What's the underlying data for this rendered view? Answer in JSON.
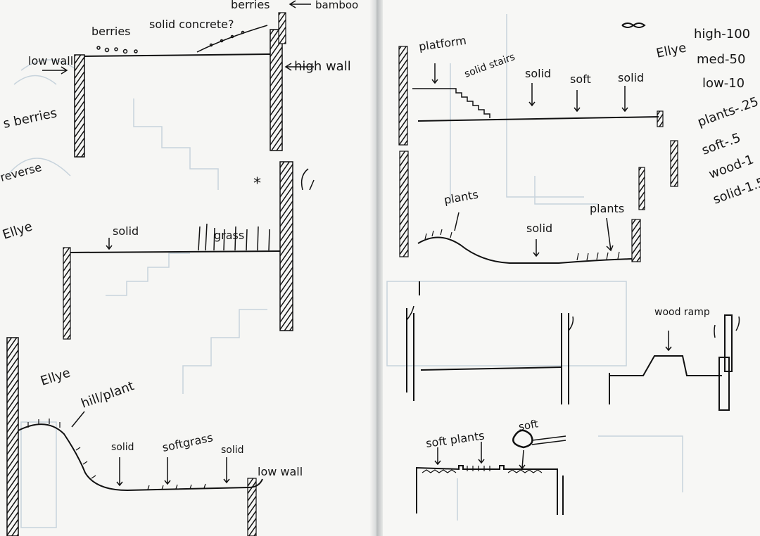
{
  "notebook": {
    "left_page": {
      "sketch_1": {
        "labels": {
          "berries_top": "berries",
          "solid_concrete": "solid concrete?",
          "berries_right": "berries",
          "bamboo": "bamboo",
          "low_wall": "low wall",
          "high_wall": "high wall",
          "s_berries": "s berries"
        }
      },
      "sketch_2": {
        "labels": {
          "reverse": "reverse",
          "ellye": "Ellye",
          "solid": "solid",
          "grass": "grass",
          "star": "*"
        }
      },
      "sketch_3": {
        "labels": {
          "ellye": "Ellye",
          "hill_plant": "hill/plant",
          "solid": "solid",
          "soft_grass": "softgrass",
          "solid_right": "solid",
          "low_wall": "low wall"
        }
      }
    },
    "right_page": {
      "legend": {
        "title": "Ellye",
        "rows": [
          "high-100",
          "med-50",
          "low-10",
          "plants-.25",
          "soft-.5",
          "wood-1",
          "solid-1.5"
        ]
      },
      "sketch_a": {
        "labels": {
          "platform": "platform",
          "solid_stairs": "solid stairs",
          "solid": "solid",
          "soft": "soft",
          "solid_right": "solid"
        }
      },
      "sketch_b": {
        "labels": {
          "plants_left": "plants",
          "solid": "solid",
          "plants_right": "plants"
        }
      },
      "sketch_c": {
        "labels": {
          "wood_ramp": "wood ramp"
        }
      },
      "sketch_d": {
        "labels": {
          "soft_plants": "soft plants",
          "soft": "soft"
        }
      }
    }
  }
}
